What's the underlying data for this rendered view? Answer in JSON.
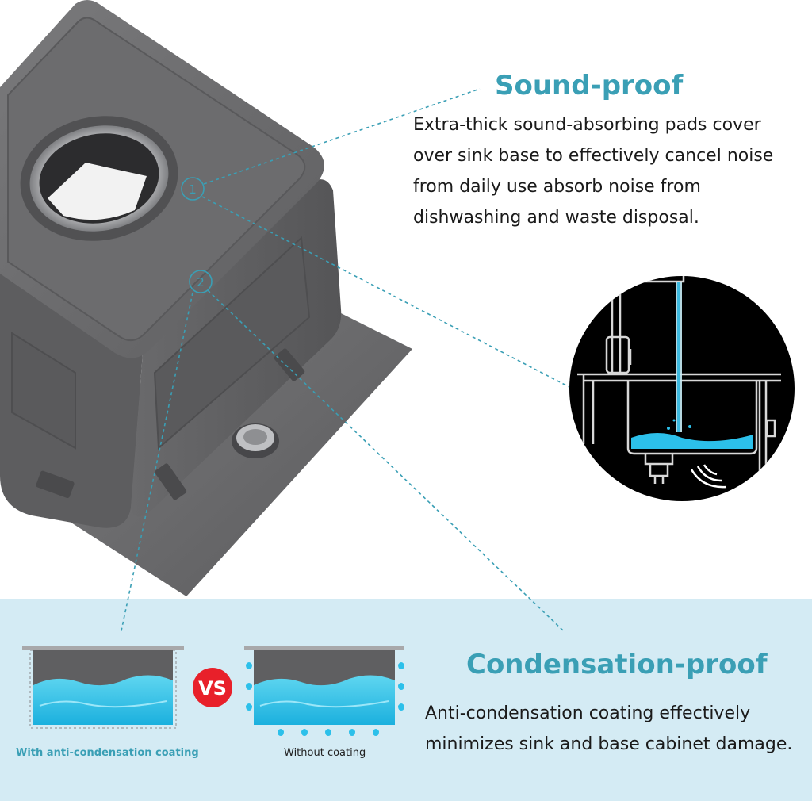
{
  "sound": {
    "title": "Sound-proof",
    "description": "Extra-thick sound-absorbing pads cover\nover sink base to  effectively cancel noise\n from daily use absorb noise from\ndishwashing and waste disposal."
  },
  "condensation": {
    "title": "Condensation-proof",
    "description": "Anti-condensation coating effectively\nminimizes sink and base cabinet damage."
  },
  "markers": {
    "one": "1",
    "two": "2"
  },
  "comparison": {
    "vs_label": "VS",
    "left_caption": "With anti-condensation coating",
    "right_caption": "Without coating"
  },
  "colors": {
    "accent": "#3a9fb5",
    "panel_bg": "#d4ebf4",
    "water": "#29c3e8",
    "vs_red": "#e8202a",
    "sink_gray": "#6a6a6c"
  }
}
